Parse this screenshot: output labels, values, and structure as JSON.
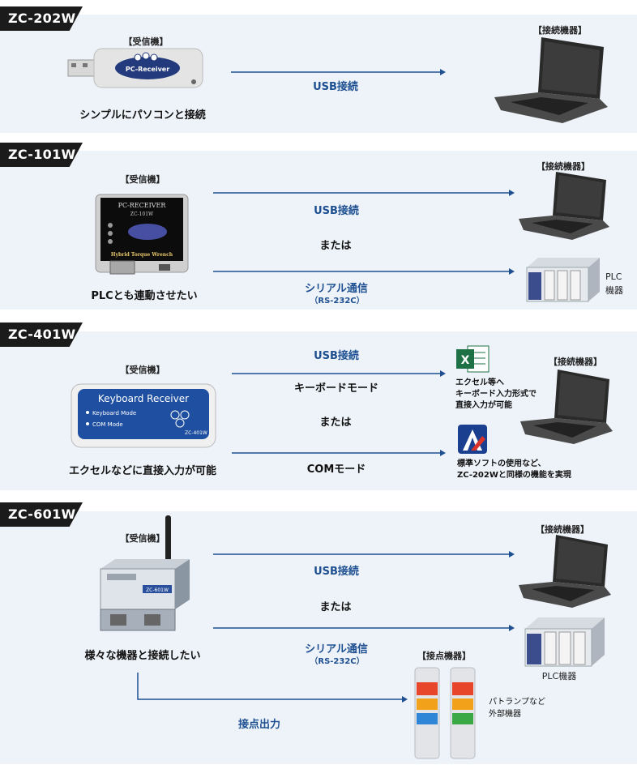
{
  "sections": [
    {
      "model": "ZC-202W",
      "receiver_label": "【受信機】",
      "device_label": "【接続機器】",
      "caption": "シンプルにパソコンと接続",
      "usb_label": "USB接続",
      "dongle_text": "PC-Receiver"
    },
    {
      "model": "ZC-101W",
      "receiver_label": "【受信機】",
      "device_label": "【接続機器】",
      "caption": "PLCとも連動させたい",
      "usb_label": "USB接続",
      "or_label": "または",
      "serial_label": "シリアル通信",
      "serial_sub": "（RS-232C）",
      "plc_label_1": "PLC",
      "plc_label_2": "機器",
      "box_title": "PC-RECEIVER",
      "box_model": "ZC-101W",
      "box_footer": "Hybrid Torque Wrench"
    },
    {
      "model": "ZC-401W",
      "receiver_label": "【受信機】",
      "device_label": "【接続機器】",
      "caption": "エクセルなどに直接入力が可能",
      "usb_label": "USB接続",
      "keyboard_mode": "キーボードモード",
      "or_label": "または",
      "com_mode": "COMモード",
      "excel_note_1": "エクセル等へ",
      "excel_note_2": "キーボード入力形式で",
      "excel_note_3": "直接入力が可能",
      "soft_note_1": "標準ソフトの使用など、",
      "soft_note_2": "ZC-202Wと同様の機能を実現",
      "kb_title": "Keyboard Receiver",
      "kb_mode1": "Keyboard Mode",
      "kb_mode2": "COM Mode",
      "kb_model": "ZC-401W"
    },
    {
      "model": "ZC-601W",
      "receiver_label": "【受信機】",
      "device_label": "【接続機器】",
      "caption": "様々な機器と接続したい",
      "usb_label": "USB接続",
      "or_label": "または",
      "serial_label": "シリアル通信",
      "serial_sub": "（RS-232C）",
      "plc_label": "PLC機器",
      "contact_device_label": "【接点機器】",
      "contact_output": "接点出力",
      "lamp_note_1": "パトランプなど",
      "lamp_note_2": "外部機器",
      "unit_model": "ZC-601W"
    }
  ],
  "colors": {
    "panel_bg": "#eef3f9",
    "tag_bg": "#1b1b1b",
    "arrow": "#1d4f91"
  }
}
